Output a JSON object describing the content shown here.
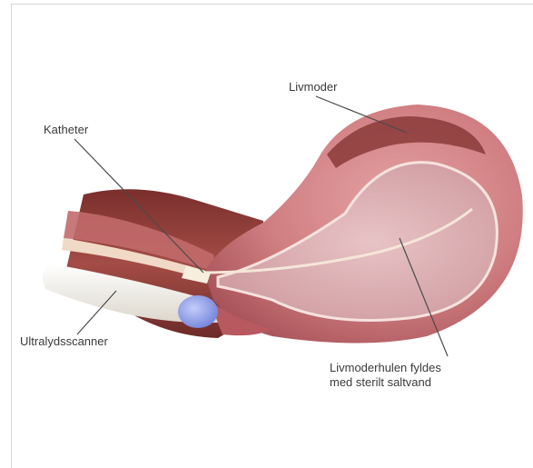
{
  "labels": {
    "livmoder": "Livmoder",
    "katheter": "Katheter",
    "ultralydsscanner": "Ultralydsscanner",
    "cavity_line1": "Livmoderhulen fyldes",
    "cavity_line2": "med sterilt saltvand"
  },
  "colors": {
    "tissue_outer": "#c9767b",
    "tissue_dark": "#8a3a38",
    "cavity": "#d9a9ad",
    "probe": "#f2efe8",
    "probe_tip": "#8f9fe8",
    "leader": "#4a4a4a"
  }
}
